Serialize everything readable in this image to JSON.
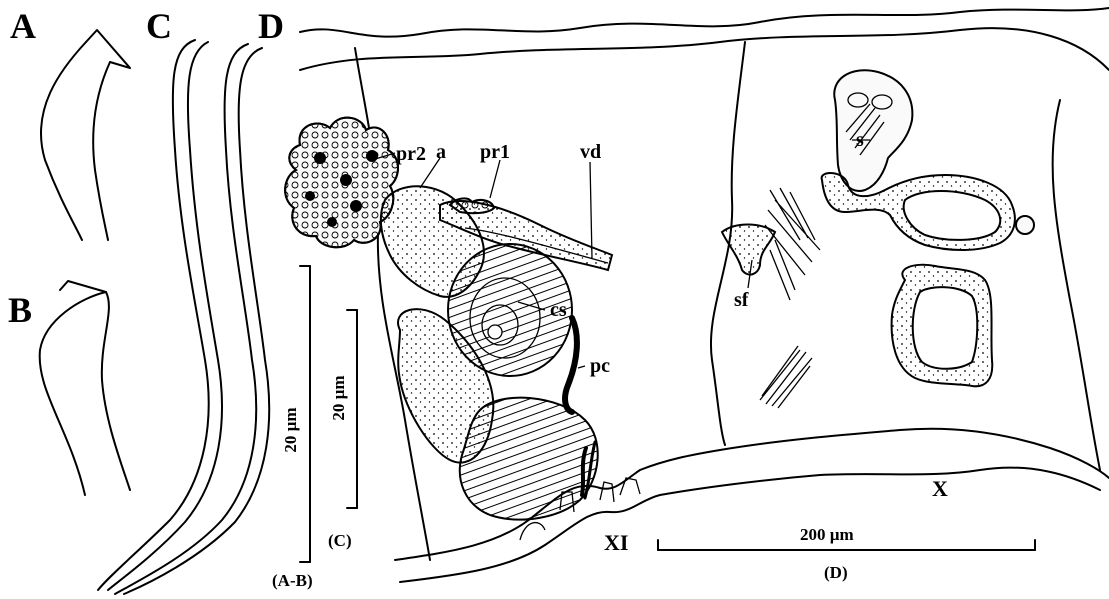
{
  "panels": {
    "a": "A",
    "b": "B",
    "c": "C",
    "d": "D"
  },
  "annotations": {
    "pr2": "pr2",
    "a": "a",
    "pr1": "pr1",
    "vd": "vd",
    "cs": "cs",
    "pc": "pc",
    "s": "s",
    "sf": "sf",
    "segment_x": "X",
    "segment_xi": "XI"
  },
  "scale_bars": {
    "ab": {
      "value": "20 µm",
      "caption": "(A-B)"
    },
    "c": {
      "value": "20 µm",
      "caption": "(C)"
    },
    "d": {
      "value": "200 µm",
      "caption": "(D)"
    }
  }
}
